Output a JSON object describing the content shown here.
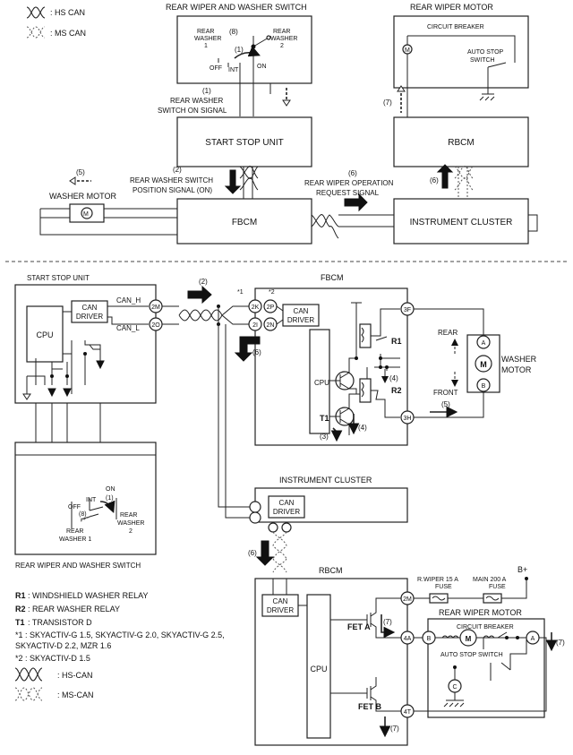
{
  "legend_top": {
    "hs_can": ": HS CAN",
    "ms_can": ": MS CAN"
  },
  "overview": {
    "switch_title": "REAR WIPER AND WASHER SWITCH",
    "rear_washer_1": [
      "REAR",
      "WASHER",
      "1"
    ],
    "rear_washer_2": [
      "REAR",
      "WASHER",
      "2"
    ],
    "off": "OFF",
    "int": "INT",
    "on": "ON",
    "step8": "(8)",
    "step1": "(1)",
    "signal1_num": "(1)",
    "signal1": [
      "REAR WASHER",
      "SWITCH ON SIGNAL"
    ],
    "motor_title": "REAR WIPER MOTOR",
    "circuit_breaker": "CIRCUIT BREAKER",
    "auto_stop": [
      "AUTO STOP",
      "SWITCH"
    ],
    "step7": "(7)",
    "start_stop_unit": "START STOP UNIT",
    "rbcm": "RBCM",
    "step5": "(5)",
    "washer_motor": "WASHER MOTOR",
    "signal2_num": "(2)",
    "signal2": [
      "REAR WASHER SWITCH",
      "POSITION SIGNAL (ON)"
    ],
    "signal6_num": "(6)",
    "signal6": [
      "REAR WIPER OPERATION",
      "REQUEST SIGNAL"
    ],
    "step6": "(6)",
    "fbcm": "FBCM",
    "instrument_cluster": "INSTRUMENT CLUSTER"
  },
  "detail": {
    "ssu_title": "START STOP UNIT",
    "can_driver": [
      "CAN",
      "DRIVER"
    ],
    "can_h": "CAN_H",
    "can_l": "CAN_L",
    "cpu": "CPU",
    "pin_2m": "2M",
    "pin_2o": "2O",
    "step2": "(2)",
    "fbcm_title": "FBCM",
    "star1": "*1",
    "star2": "*2",
    "pin_2k": "2K",
    "pin_2p": "2P",
    "pin_2i": "2I",
    "pin_2n": "2N",
    "step6": "(6)",
    "pin_3f": "3F",
    "pin_3h": "3H",
    "r1": "R1",
    "r2": "R2",
    "t1": "T1",
    "step4a": "(4)",
    "step4b": "(4)",
    "step3": "(3)",
    "rear": "REAR",
    "front": "FRONT",
    "step5": "(5)",
    "washer_motor": [
      "WASHER",
      "MOTOR"
    ],
    "pin_a": "A",
    "pin_b": "B",
    "motor_m": "M",
    "switch_labels": {
      "on": "ON",
      "int": "INT",
      "off": "OFF",
      "s1": "(1)",
      "s8": "(8)",
      "rw1": [
        "REAR",
        "WASHER 1"
      ],
      "rw2": [
        "REAR",
        "WASHER",
        "2"
      ]
    },
    "switch_caption": "REAR WIPER AND WASHER SWITCH",
    "ic_title": "INSTRUMENT CLUSTER",
    "rbcm_title": "RBCM",
    "pin_2m_r": "2M",
    "pin_4a": "4A",
    "pin_4t": "4T",
    "fet_a": "FET A",
    "fet_b": "FET B",
    "step7a": "(7)",
    "step7b": "(7)",
    "step7c": "(7)",
    "fuse1": [
      "R.WIPER 15 A",
      "FUSE"
    ],
    "fuse2": [
      "MAIN 200 A",
      "FUSE"
    ],
    "bplus": "B+",
    "rwm_title": "REAR WIPER MOTOR",
    "circuit_breaker": "CIRCUIT BREAKER",
    "auto_stop_switch": "AUTO STOP SWITCH",
    "pin_c": "C"
  },
  "notes": {
    "r1": {
      "key": "R1",
      "text": ": WINDSHIELD WASHER RELAY"
    },
    "r2": {
      "key": "R2",
      "text": ": REAR WASHER RELAY"
    },
    "t1": {
      "key": "T1",
      "text": ": TRANSISTOR D"
    },
    "n1": [
      "*1 : SKYACTIV-G 1.5, SKYACTIV-G 2.0, SKYACTIV-G 2.5,",
      "SKYACTIV-D 2.2, MZR 1.6"
    ],
    "n2": "*2 : SKYACTIV-D 1.5",
    "hs_can": ": HS-CAN",
    "ms_can": ": MS-CAN"
  }
}
